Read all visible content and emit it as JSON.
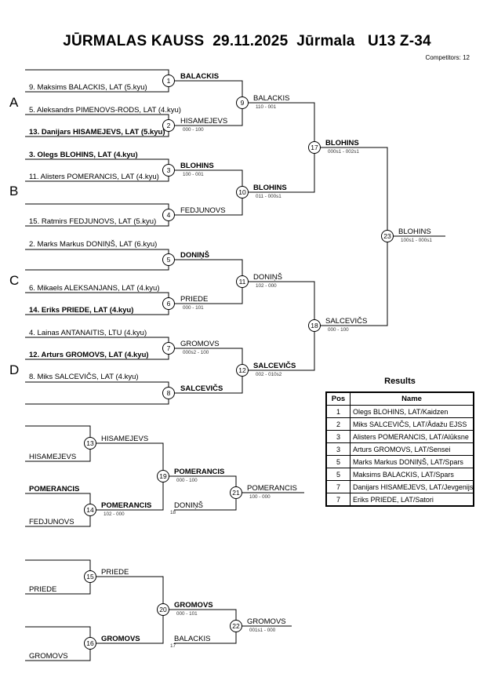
{
  "title": "JŪRMALAS KAUSS  29.11.2025  Jūrmala   U13 Z-34",
  "competitors": "Competitors: 12",
  "pools": [
    "A",
    "B",
    "C",
    "D"
  ],
  "entries": [
    "9. Maksims BALACKIS, LAT (5.kyu)",
    "5. Aleksandrs PIMENOVS-RODS, LAT (4.kyu)",
    "13. Danijars HISAMEJEVS, LAT (5.kyu)",
    "3. Olegs BLOHINS, LAT (4.kyu)",
    "11. Alisters POMERANCIS, LAT (4.kyu)",
    "15. Ratmirs FEDJUNOVS, LAT (5.kyu)",
    "2. Marks Markus DONIŅŠ, LAT (6.kyu)",
    "6. Mikaels ALEKSANJANS, LAT (4.kyu)",
    "14. Eriks PRIEDE, LAT (4.kyu)",
    "4. Lainas ANTANAITIS, LTU (4.kyu)",
    "12. Arturs GROMOVS, LAT (4.kyu)",
    "8. Miks SALCEVIČS, LAT (4.kyu)"
  ],
  "bracket": {
    "m1": "BALACKIS",
    "m2": "HISAMEJEVS",
    "m2_score": "000 - 100",
    "m3": "BLOHINS",
    "m3_score": "100 - 001",
    "m4": "FEDJUNOVS",
    "m5": "DONIŅŠ",
    "m6": "PRIEDE",
    "m6_score": "000 - 101",
    "m7": "GROMOVS",
    "m7_score": "000s2 - 100",
    "m8": "SALCEVIČS",
    "m9": "BALACKIS",
    "m9_score": "110 - 001",
    "m10": "BLOHINS",
    "m10_score": "011 - 000s1",
    "m11": "DONIŅŠ",
    "m11_score": "102 - 000",
    "m12": "SALCEVIČS",
    "m12_score": "002 - 010s2",
    "m17": "BLOHINS",
    "m17_score": "000s1 - 002s1",
    "m18": "SALCEVIČS",
    "m18_score": "000 - 100",
    "m23": "BLOHINS",
    "m23_score": "100s1 - 000s1"
  },
  "repechage": {
    "m13_in": "HISAMEJEVS",
    "m13": "HISAMEJEVS",
    "m14_in_top": "POMERANCIS",
    "m14_in_bottom": "FEDJUNOVS",
    "m14": "POMERANCIS",
    "m14_score": "102 - 000",
    "m19": "POMERANCIS",
    "m19_score": "000 - 100",
    "m19_bottom": "DONIŅŠ",
    "m19_note": "18",
    "m21": "POMERANCIS",
    "m21_score": "100 - 000",
    "m15_in": "PRIEDE",
    "m15": "PRIEDE",
    "m16_in": "GROMOVS",
    "m16": "GROMOVS",
    "m20": "GROMOVS",
    "m20_score": "000 - 101",
    "m20_bottom": "BALACKIS",
    "m20_note": "17",
    "m22": "GROMOVS",
    "m22_score": "001s1 - 000"
  },
  "match_numbers": [
    "1",
    "2",
    "3",
    "4",
    "5",
    "6",
    "7",
    "8",
    "9",
    "10",
    "11",
    "12",
    "13",
    "14",
    "15",
    "16",
    "17",
    "18",
    "19",
    "20",
    "21",
    "22",
    "23"
  ],
  "results": {
    "title": "Results",
    "headers": [
      "Pos",
      "Name"
    ],
    "rows": [
      {
        "pos": "1",
        "name": "Olegs BLOHINS, LAT/Kaidzen"
      },
      {
        "pos": "2",
        "name": "Miks SALCEVIČS, LAT/Ādažu EJSS"
      },
      {
        "pos": "3",
        "name": "Alisters POMERANCIS, LAT/Alūksne"
      },
      {
        "pos": "3",
        "name": "Arturs GROMOVS, LAT/Sensei"
      },
      {
        "pos": "5",
        "name": "Marks Markus DONIŅŠ, LAT/Spars"
      },
      {
        "pos": "5",
        "name": "Maksims BALACKIS, LAT/Spars"
      },
      {
        "pos": "7",
        "name": "Danijars HISAMEJEVS, LAT/Jevgenijs"
      },
      {
        "pos": "7",
        "name": "Eriks PRIEDE, LAT/Satori"
      }
    ]
  }
}
